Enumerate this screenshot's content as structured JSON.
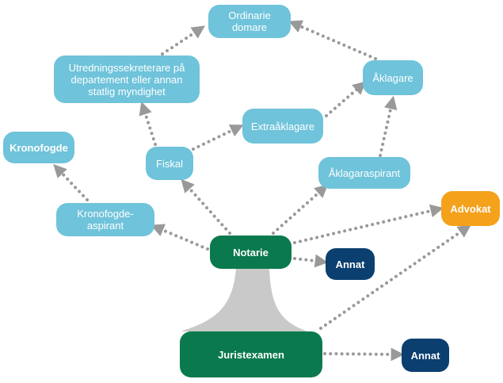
{
  "nodes": {
    "ordinarie_domare": "Ordinarie domare",
    "utredningssekreterare": "Utredningssekreterare på departement eller annan statlig myndighet",
    "aklagare": "Åklagare",
    "extraaklagare": "Extraåklagare",
    "kronofogde": "Kronofogde",
    "fiskal": "Fiskal",
    "aklagaraspirant": "Åklagaraspirant",
    "kronofogdeaspirant": "Kronofogde-\naspirant",
    "advokat": "Advokat",
    "notarie": "Notarie",
    "annat_notarie": "Annat",
    "juristexamen": "Juristexamen",
    "annat_jurist": "Annat"
  },
  "colors": {
    "light_node": "#6fc3da",
    "green_node": "#0a7a4e",
    "orange_node": "#f4a11b",
    "navy_node": "#0b3f70",
    "connector": "#999999",
    "trunk": "#c9c9c9"
  }
}
